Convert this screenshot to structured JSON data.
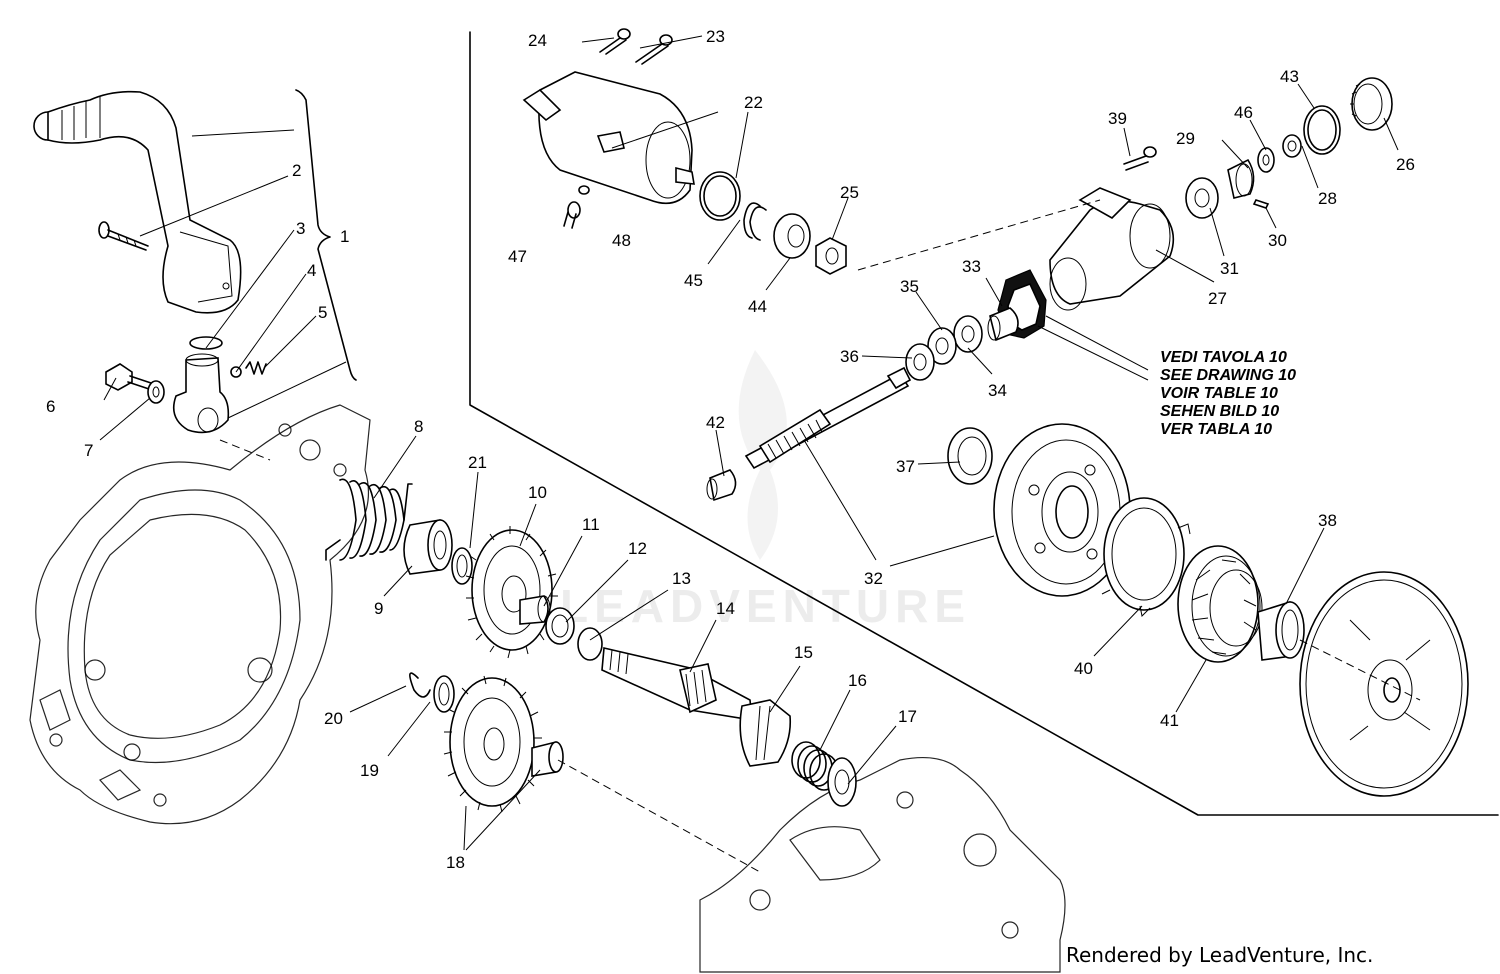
{
  "callouts": [
    "1",
    "2",
    "3",
    "4",
    "5",
    "6",
    "7",
    "8",
    "9",
    "10",
    "11",
    "12",
    "13",
    "14",
    "15",
    "16",
    "17",
    "18",
    "19",
    "20",
    "21",
    "22",
    "23",
    "24",
    "25",
    "26",
    "27",
    "28",
    "29",
    "30",
    "31",
    "32",
    "33",
    "34",
    "35",
    "36",
    "37",
    "38",
    "39",
    "40",
    "41",
    "42",
    "43",
    "44",
    "45",
    "46",
    "47",
    "48"
  ],
  "reference_note": [
    "VEDI TAVOLA 10",
    "SEE DRAWING 10",
    "VOIR TABLE 10",
    "SEHEN BILD 10",
    "VER TABLA 10"
  ],
  "watermark": "LEADVENTURE",
  "footer": "Rendered by LeadVenture, Inc."
}
